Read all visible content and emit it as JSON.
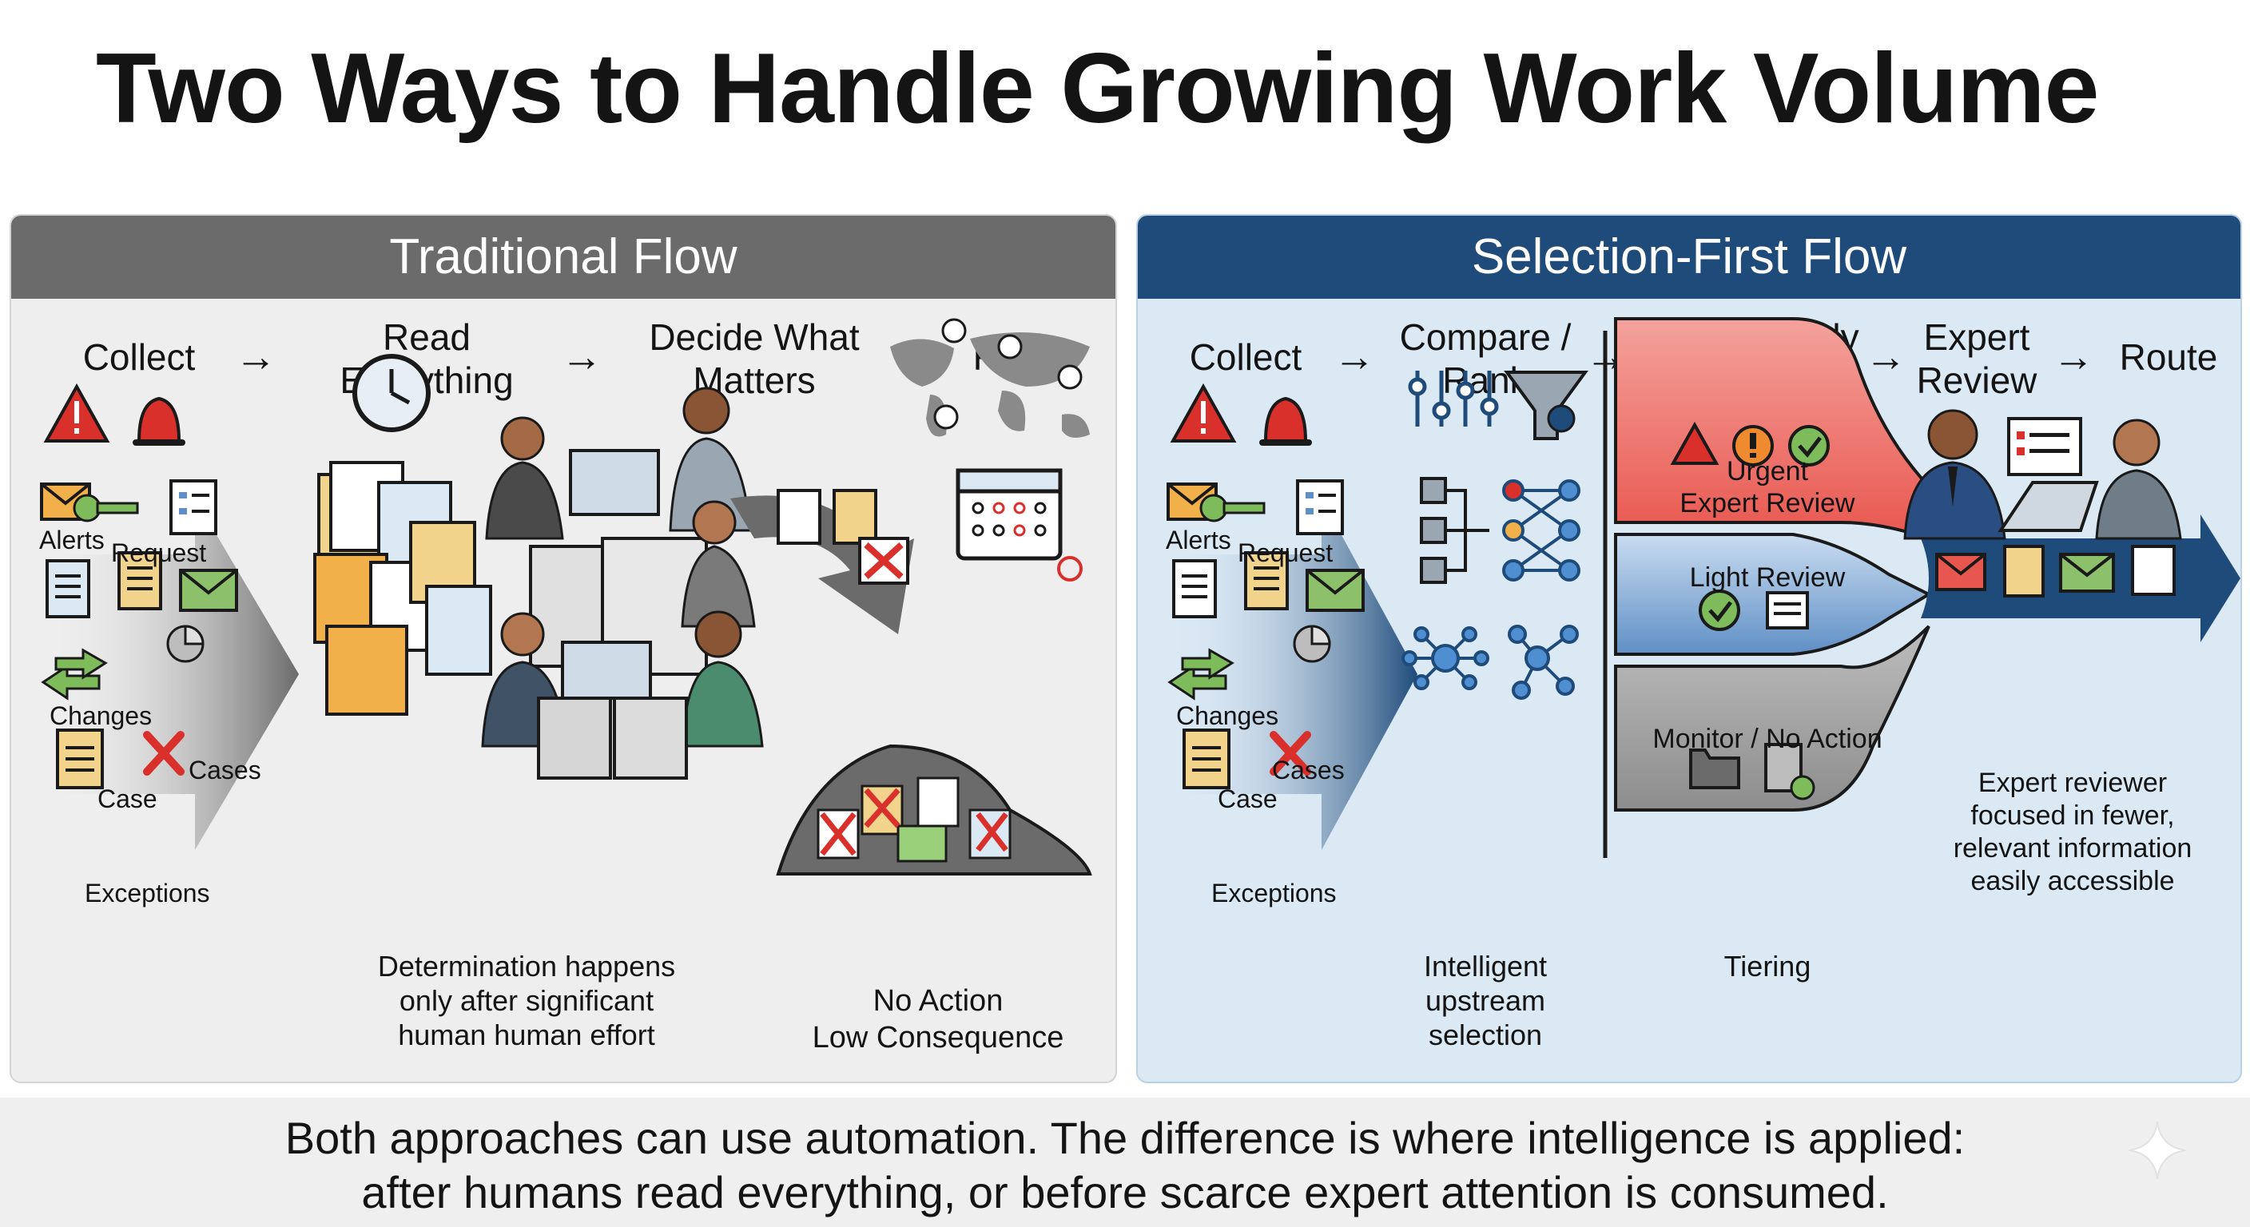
{
  "title": "Two Ways to Handle Growing Work Volume",
  "traditional": {
    "heading": "Traditional Flow",
    "steps": [
      "Collect",
      "Read\nEverything",
      "Decide What\nMatters",
      "Route"
    ],
    "arrow": "→",
    "input_labels": [
      "Alerts",
      "Request",
      "Changes",
      "Cases",
      "Case",
      "Exceptions"
    ],
    "caption_determination": "Determination happens\nonly after significant\nhuman human effort",
    "caption_no_action": "No Action\nLow Consequence"
  },
  "selection_first": {
    "heading": "Selection-First Flow",
    "steps": [
      "Collect",
      "Compare /\nRank",
      "Tier by Likely\nMateriality",
      "Expert\nReview",
      "Route"
    ],
    "arrow": "→",
    "input_labels": [
      "Alerts",
      "Request",
      "Changes",
      "Cases",
      "Case",
      "Exceptions"
    ],
    "tiers": [
      "Urgent\nExpert Review",
      "Light Review",
      "Monitor / No Action"
    ],
    "caption_selection": "Intelligent\nupstream\nselection",
    "caption_tiering": "Tiering",
    "caption_expert": "Expert reviewer\nfocused in fewer,\nrelevant information\neasily accessible"
  },
  "footer": {
    "line1": "Both approaches can use automation. The difference is where intelligence is applied:",
    "line2": "after humans read everything, or before scarce expert attention is consumed."
  },
  "colors": {
    "traditional_header": "#6b6b6b",
    "selection_header": "#1e4b7a",
    "urgent": "#e8574f",
    "light": "#5f8fc5",
    "monitor": "#8d8d8d",
    "alert": "#d9302b"
  },
  "icons": [
    "warning-icon",
    "bell-icon",
    "envelope-icon",
    "key-icon",
    "document-icon",
    "clock-icon",
    "world-map-icon",
    "calendar-icon",
    "funnel-icon",
    "network-icon",
    "check-icon",
    "folder-icon"
  ]
}
